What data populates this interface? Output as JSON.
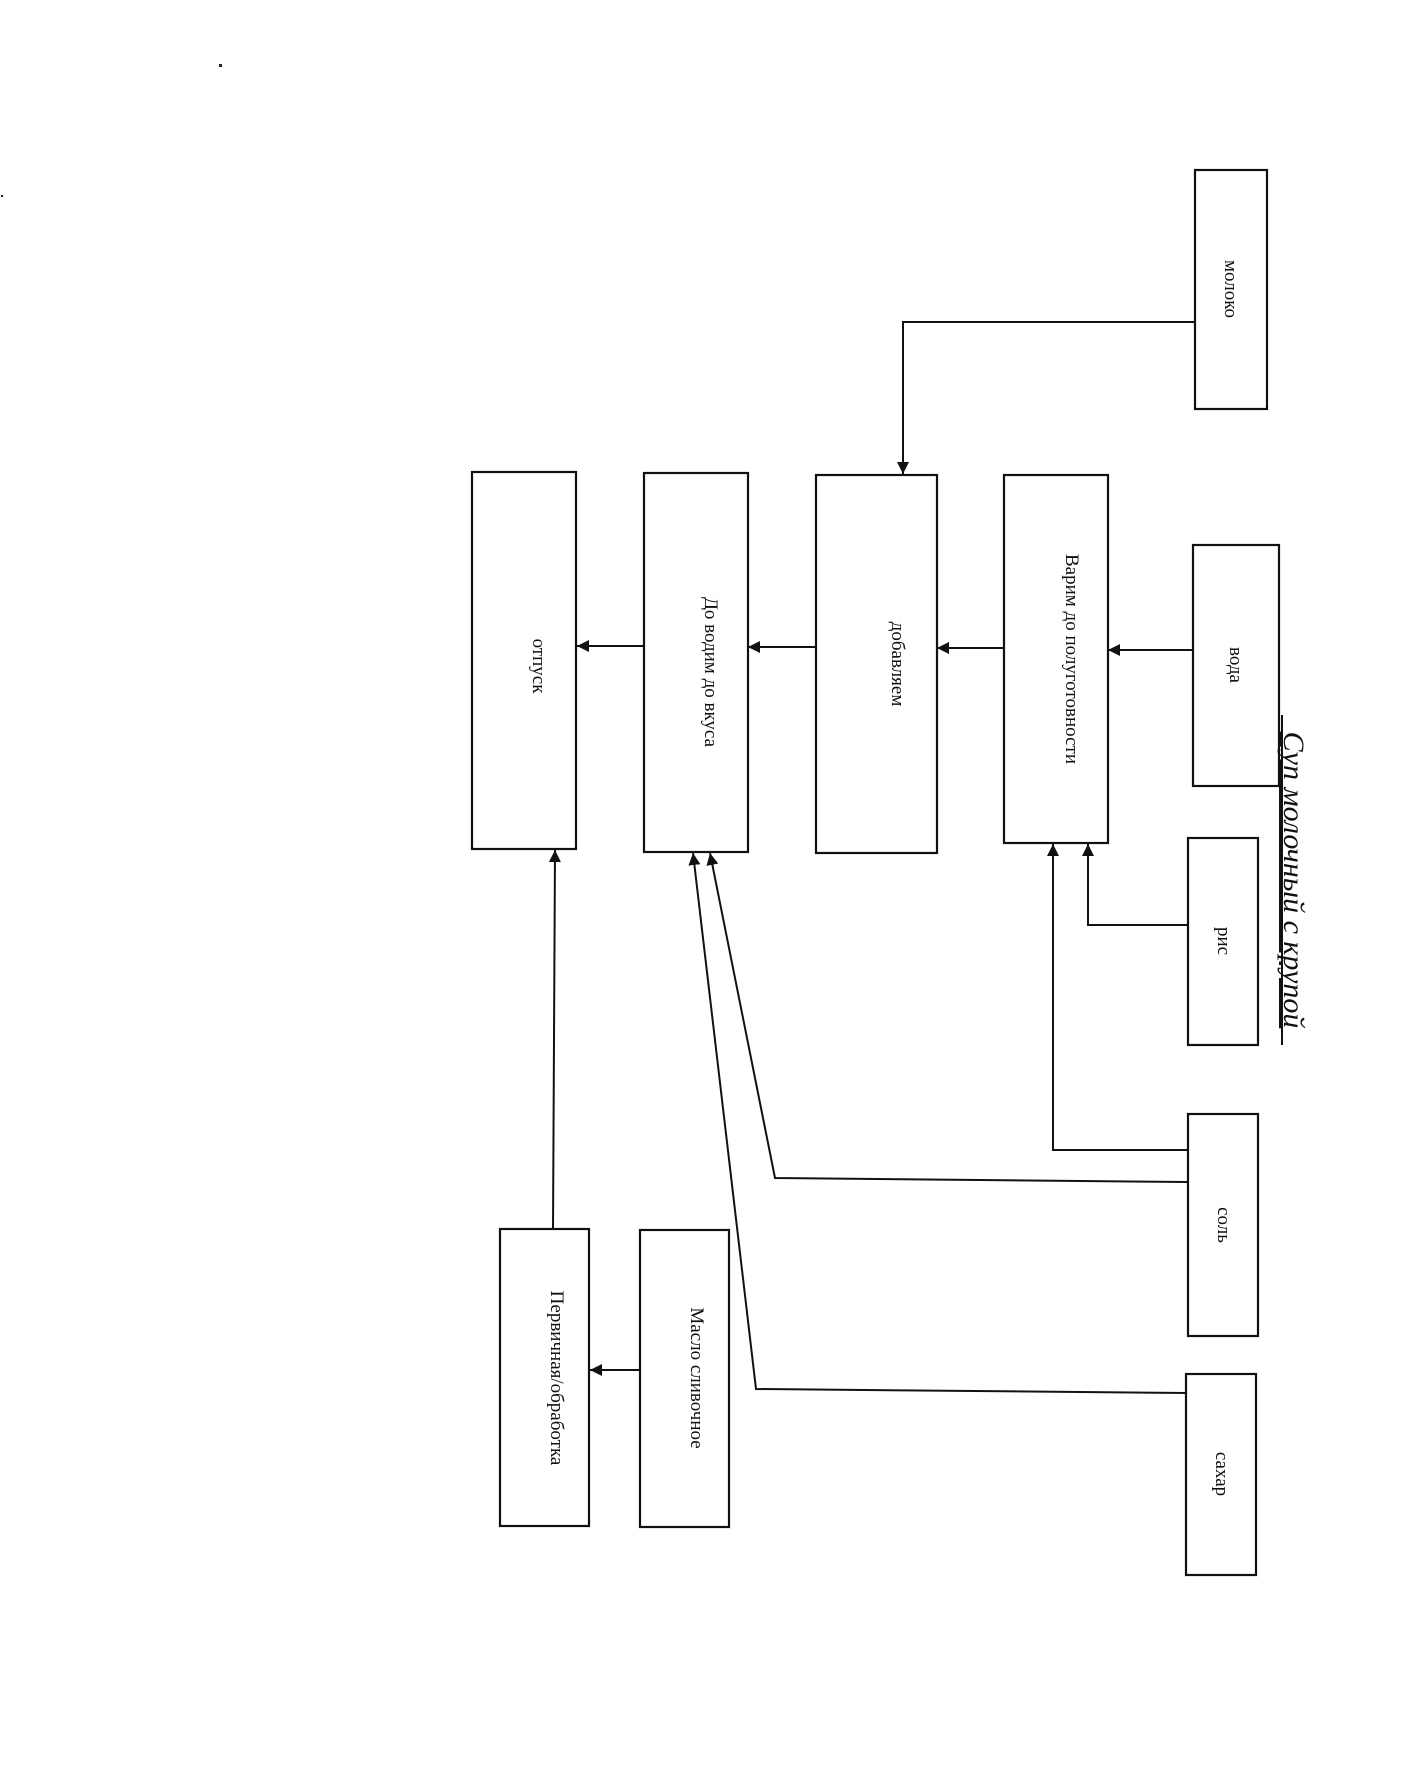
{
  "title": "Суп молочный с крупой",
  "orientation": "rotated 90° clockwise (scanned page)",
  "nodes": [
    {
      "id": "moloko",
      "label": "молоко",
      "role": "ingredient"
    },
    {
      "id": "voda",
      "label": "вода",
      "role": "ingredient"
    },
    {
      "id": "ris",
      "label": "рис",
      "role": "ingredient"
    },
    {
      "id": "sol",
      "label": "соль",
      "role": "ingredient"
    },
    {
      "id": "sahar",
      "label": "сахар",
      "role": "ingredient"
    },
    {
      "id": "varim",
      "label": "Варим до полуготовности",
      "role": "process"
    },
    {
      "id": "dobavlyaem",
      "label": "добавляем",
      "role": "process"
    },
    {
      "id": "dovodim",
      "label": "До водим до вкуса",
      "role": "process"
    },
    {
      "id": "otpusk",
      "label": "отпуск",
      "role": "process"
    },
    {
      "id": "maslo",
      "label": "Масло сливочное",
      "role": "ingredient"
    },
    {
      "id": "pervichnaya",
      "label": "Первичная/обработка",
      "role": "process"
    }
  ],
  "edges": [
    {
      "from": "moloko",
      "to": "dobavlyaem"
    },
    {
      "from": "voda",
      "to": "varim"
    },
    {
      "from": "ris",
      "to": "varim"
    },
    {
      "from": "sol",
      "to": "varim"
    },
    {
      "from": "varim",
      "to": "dobavlyaem"
    },
    {
      "from": "dobavlyaem",
      "to": "dovodim"
    },
    {
      "from": "sol",
      "to": "dovodim"
    },
    {
      "from": "sahar",
      "to": "dovodim"
    },
    {
      "from": "dovodim",
      "to": "otpusk"
    },
    {
      "from": "maslo",
      "to": "pervichnaya"
    },
    {
      "from": "pervichnaya",
      "to": "otpusk"
    }
  ]
}
